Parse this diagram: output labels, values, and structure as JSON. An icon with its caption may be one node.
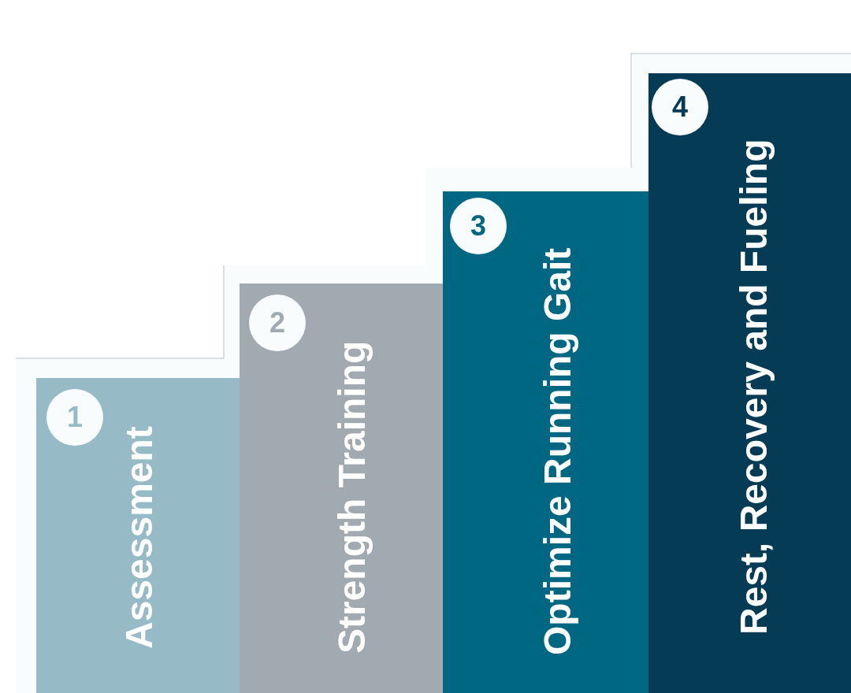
{
  "diagram": {
    "nodes": [
      {
        "text": [
          "Assessment"
        ]
      },
      {
        "text": [
          "1"
        ],
        "in": 0
      },
      {
        "text": [
          "Strength Training"
        ]
      },
      {
        "text": [
          "2"
        ],
        "in": 2
      },
      {
        "text": [
          "Optimize Running Gait"
        ]
      },
      {
        "text": [
          "3"
        ],
        "in": 4
      },
      {
        "text": [
          "Rest, Recovery and Fueling"
        ]
      },
      {
        "text": [
          "4"
        ],
        "in": 6
      }
    ]
  }
}
